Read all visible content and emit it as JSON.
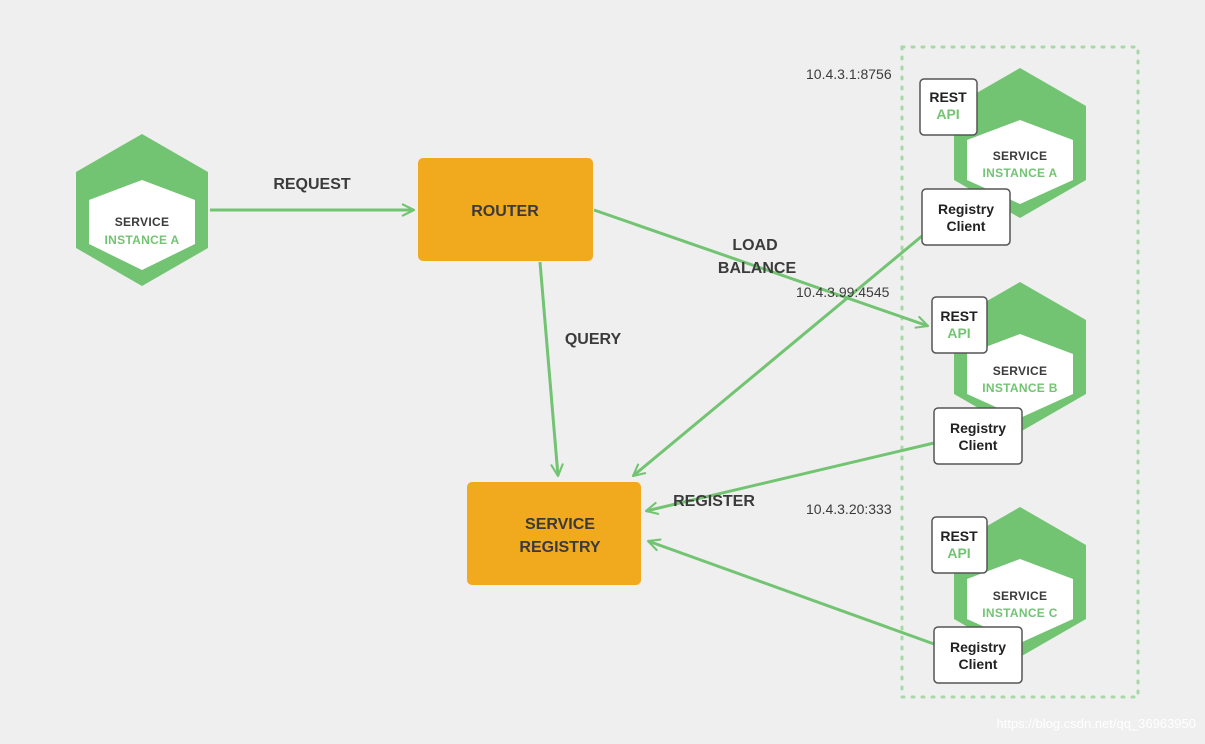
{
  "colors": {
    "background": "#efefef",
    "green": "#72c472",
    "green_text": "#72c472",
    "orange": "#f1a91e",
    "box_border": "#555555",
    "text": "#3b3b3b"
  },
  "client": {
    "line1": "SERVICE",
    "line2": "INSTANCE A"
  },
  "router": {
    "label": "ROUTER"
  },
  "registry": {
    "line1": "SERVICE",
    "line2": "REGISTRY"
  },
  "edges": {
    "request": "REQUEST",
    "query": "QUERY",
    "load_balance_1": "LOAD",
    "load_balance_2": "BALANCE",
    "register": "REGISTER"
  },
  "instances": [
    {
      "ip": "10.4.3.1:8756",
      "rest_1": "REST",
      "rest_2": "API",
      "svc_1": "SERVICE",
      "svc_2": "INSTANCE A",
      "rc_1": "Registry",
      "rc_2": "Client"
    },
    {
      "ip": "10.4.3.99:4545",
      "rest_1": "REST",
      "rest_2": "API",
      "svc_1": "SERVICE",
      "svc_2": "INSTANCE B",
      "rc_1": "Registry",
      "rc_2": "Client"
    },
    {
      "ip": "10.4.3.20:333",
      "rest_1": "REST",
      "rest_2": "API",
      "svc_1": "SERVICE",
      "svc_2": "INSTANCE C",
      "rc_1": "Registry",
      "rc_2": "Client"
    }
  ],
  "watermark": "https://blog.csdn.net/qq_36963950"
}
